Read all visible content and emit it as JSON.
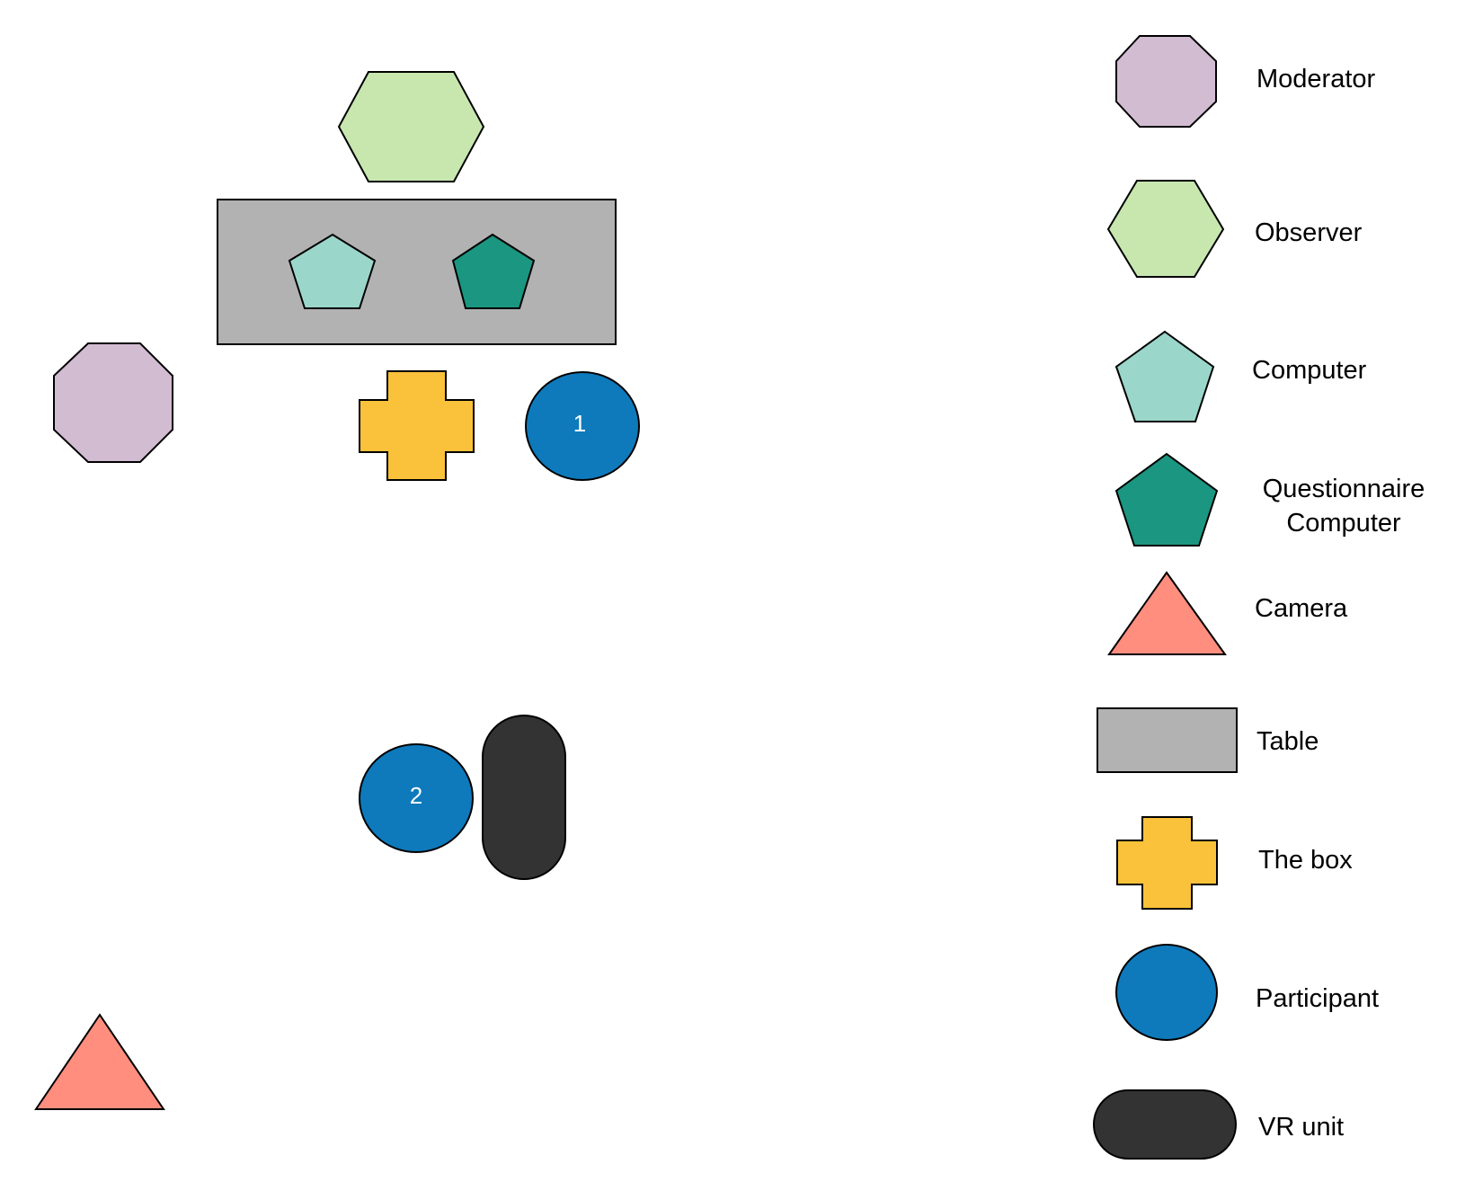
{
  "colors": {
    "moderator": "#D2BCD2",
    "observer": "#C7E7AF",
    "computer": "#9BD6CB",
    "questionnaire_computer": "#1B9680",
    "camera": "#FF8E7F",
    "table": "#B2B2B2",
    "box": "#FAC23A",
    "participant": "#0E7ABC",
    "vr_unit": "#333333",
    "outline": "#000000"
  },
  "diagram": {
    "participants": [
      {
        "label": "1",
        "icon": "participant-icon"
      },
      {
        "label": "2",
        "icon": "participant-icon"
      }
    ]
  },
  "legend": {
    "items": [
      {
        "label": "Moderator",
        "icon": "octagon-icon"
      },
      {
        "label": "Observer",
        "icon": "hexagon-icon"
      },
      {
        "label": "Computer",
        "icon": "pentagon-icon"
      },
      {
        "label": "Questionnaire",
        "label2": "Computer",
        "icon": "pentagon-dark-icon"
      },
      {
        "label": "Camera",
        "icon": "triangle-icon"
      },
      {
        "label": "Table",
        "icon": "rectangle-icon"
      },
      {
        "label": "The box",
        "icon": "cross-icon"
      },
      {
        "label": "Participant",
        "icon": "circle-icon"
      },
      {
        "label": "VR unit",
        "icon": "capsule-icon"
      }
    ]
  }
}
